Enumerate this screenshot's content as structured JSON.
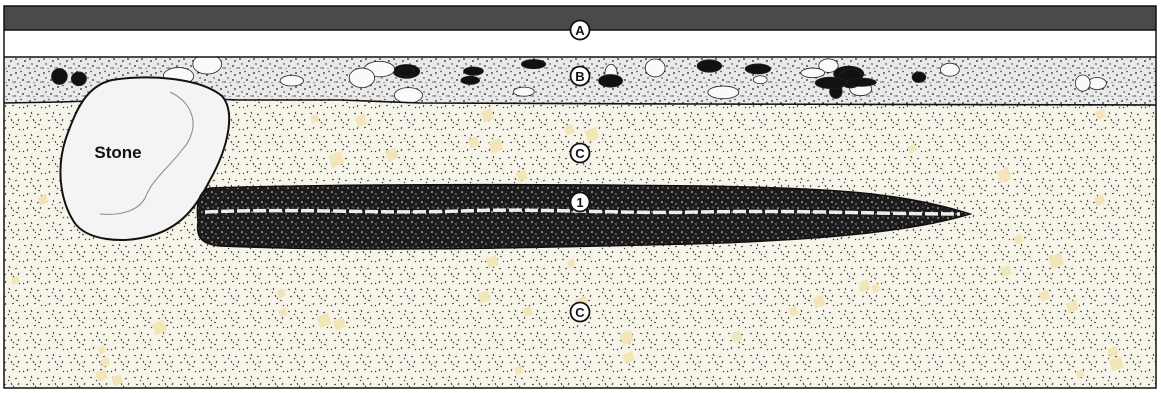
{
  "stone_label": "Stone",
  "layers": [
    {
      "letter": "A"
    },
    {
      "letter": "B"
    },
    {
      "letter": "C"
    },
    {
      "letter": "C"
    }
  ],
  "feature": {
    "number": "1"
  },
  "colors": {
    "asphalt": "#4a4a4a",
    "fill_matrix": "#f6f3e6",
    "sand_grain": "#f2e6b8",
    "feature_dark": "#1c1c1c",
    "outline": "#111111"
  }
}
